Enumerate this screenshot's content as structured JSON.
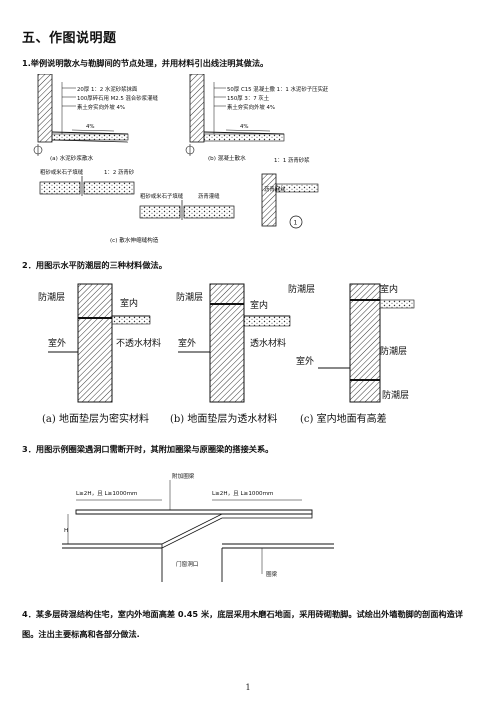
{
  "title": "五、作图说明题",
  "questions": {
    "q1": "1.举例说明散水与勒脚间的节点处理，并用材料引出线注明其做法。",
    "q2": "2．用图示水平防潮层的三种材料做法。",
    "q3": "3．用图示例圈梁遇洞口需断开时，其附加圈梁与原圈梁的搭接关系。",
    "q4": "4．某多层砖混结构住宅，室内外地面高差 0.45 米，底层采用木磨石地面，采用砖砌勒脚。试绘出外墙勒脚的剖面构造详图。注出主要标高和各部分做法."
  },
  "fig1": {
    "a_lines": [
      "20厚 1：2 水泥砂浆抹面",
      "100厚碎石用 M2.5 混合砂浆灌缝",
      "素土夯实向外坡 4%"
    ],
    "b_lines": [
      "50厚 C15 混凝土撒 1：1 水泥砂子压实赶光",
      "150厚 3：7 灰土",
      "素土夯实向外坡 4%"
    ],
    "slope_a": "4%",
    "slope_b": "4%",
    "cap_a": "(a) 水泥砂浆散水",
    "cap_b": "(b) 混凝土散水",
    "cap_c": "(c) 散水伸缩缝构造",
    "joint_left": "粗砂或米石子填缝",
    "joint_left2": "1：2 沥青砂",
    "joint_mid": "粗砂或米石子填缝",
    "joint_mid2": "沥青灌缝",
    "right_label": "1：1 沥青砂浆",
    "right_label2": "沥青麻丝",
    "circle_mark": "1"
  },
  "fig2": {
    "a_dpc": "防潮层",
    "a_in": "室内",
    "a_out": "室外",
    "a_mat": "不透水材料",
    "b_dpc": "防潮层",
    "b_in": "室内",
    "b_out": "室外",
    "b_mat": "透水材料",
    "c_dpc1": "防潮层",
    "c_in": "室内",
    "c_dpc2": "防潮层",
    "c_out": "室外",
    "c_dpc3": "防潮层",
    "cap_a": "(a) 地面垫层为密实材料",
    "cap_b": "(b) 地面垫层为透水材料",
    "cap_c": "(c) 室内地面有高差"
  },
  "fig3": {
    "top_label": "附加圈梁",
    "left_dim": "L≥2H，且 L≥1000mm",
    "right_dim": "L≥2H，且 L≥1000mm",
    "h_label": "H",
    "opening": "门窗洞口",
    "beam": "圈梁"
  },
  "page_number": "1"
}
